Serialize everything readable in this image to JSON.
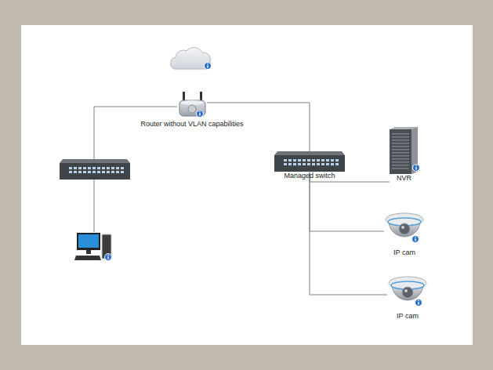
{
  "diagram": {
    "nodes": [
      {
        "text": [
          "Router without VLAN capabilities"
        ]
      },
      {
        "text": []
      },
      {
        "text": [
          "Managed switch"
        ]
      },
      {
        "text": [
          "NVR"
        ]
      },
      {
        "text": []
      },
      {
        "text": [
          "IP cam"
        ]
      },
      {
        "text": [
          "IP cam"
        ]
      }
    ],
    "edges": [
      {
        "from": 0,
        "to": 1,
        "arrow": "none"
      },
      {
        "from": 0,
        "to": 2,
        "arrow": "none"
      },
      {
        "from": 1,
        "to": 4,
        "arrow": "none"
      },
      {
        "from": 2,
        "to": 3,
        "arrow": "none"
      },
      {
        "from": 2,
        "to": 5,
        "arrow": "none"
      },
      {
        "from": 2,
        "to": 6,
        "arrow": "none"
      }
    ]
  }
}
